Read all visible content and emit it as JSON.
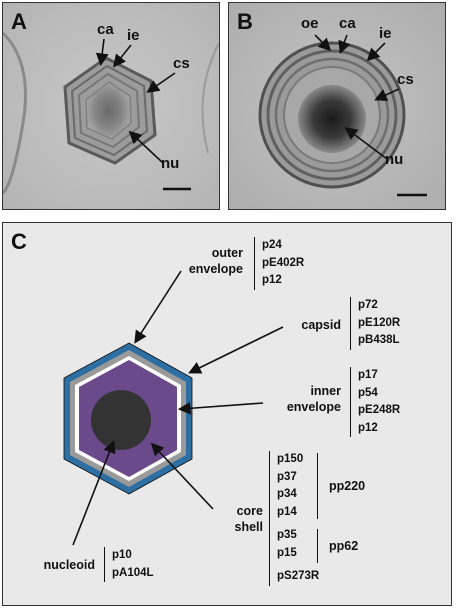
{
  "panel_a": {
    "label": "A",
    "tags": {
      "ca": "ca",
      "ie": "ie",
      "cs": "cs",
      "nu": "nu"
    }
  },
  "panel_b": {
    "label": "B",
    "tags": {
      "oe": "oe",
      "ca": "ca",
      "ie": "ie",
      "cs": "cs",
      "nu": "nu"
    }
  },
  "panel_c": {
    "label": "C",
    "colors": {
      "outer_envelope": "#2e6fa3",
      "capsid": "#9a9a9a",
      "inner_envelope": "#ffffff",
      "core_shell": "#6b4a8c",
      "nucleoid": "#333333",
      "background": "#e9e9e9"
    },
    "components": {
      "outer_envelope": {
        "label_line1": "outer",
        "label_line2": "envelope",
        "proteins": [
          "p24",
          "pE402R",
          "p12"
        ]
      },
      "capsid": {
        "label": "capsid",
        "proteins": [
          "p72",
          "pE120R",
          "pB438L"
        ]
      },
      "inner_envelope": {
        "label_line1": "inner",
        "label_line2": "envelope",
        "proteins": [
          "p17",
          "p54",
          "pE248R",
          "p12"
        ]
      },
      "core_shell": {
        "label_line1": "core",
        "label_line2": "shell",
        "proteins": [
          "p150",
          "p37",
          "p34",
          "p14",
          "p35",
          "p15",
          "pS273R"
        ]
      },
      "nucleoid": {
        "label": "nucleoid",
        "proteins": [
          "p10",
          "pA104L"
        ]
      }
    },
    "polyproteins": [
      {
        "name": "pp220"
      },
      {
        "name": "pp62"
      }
    ]
  }
}
